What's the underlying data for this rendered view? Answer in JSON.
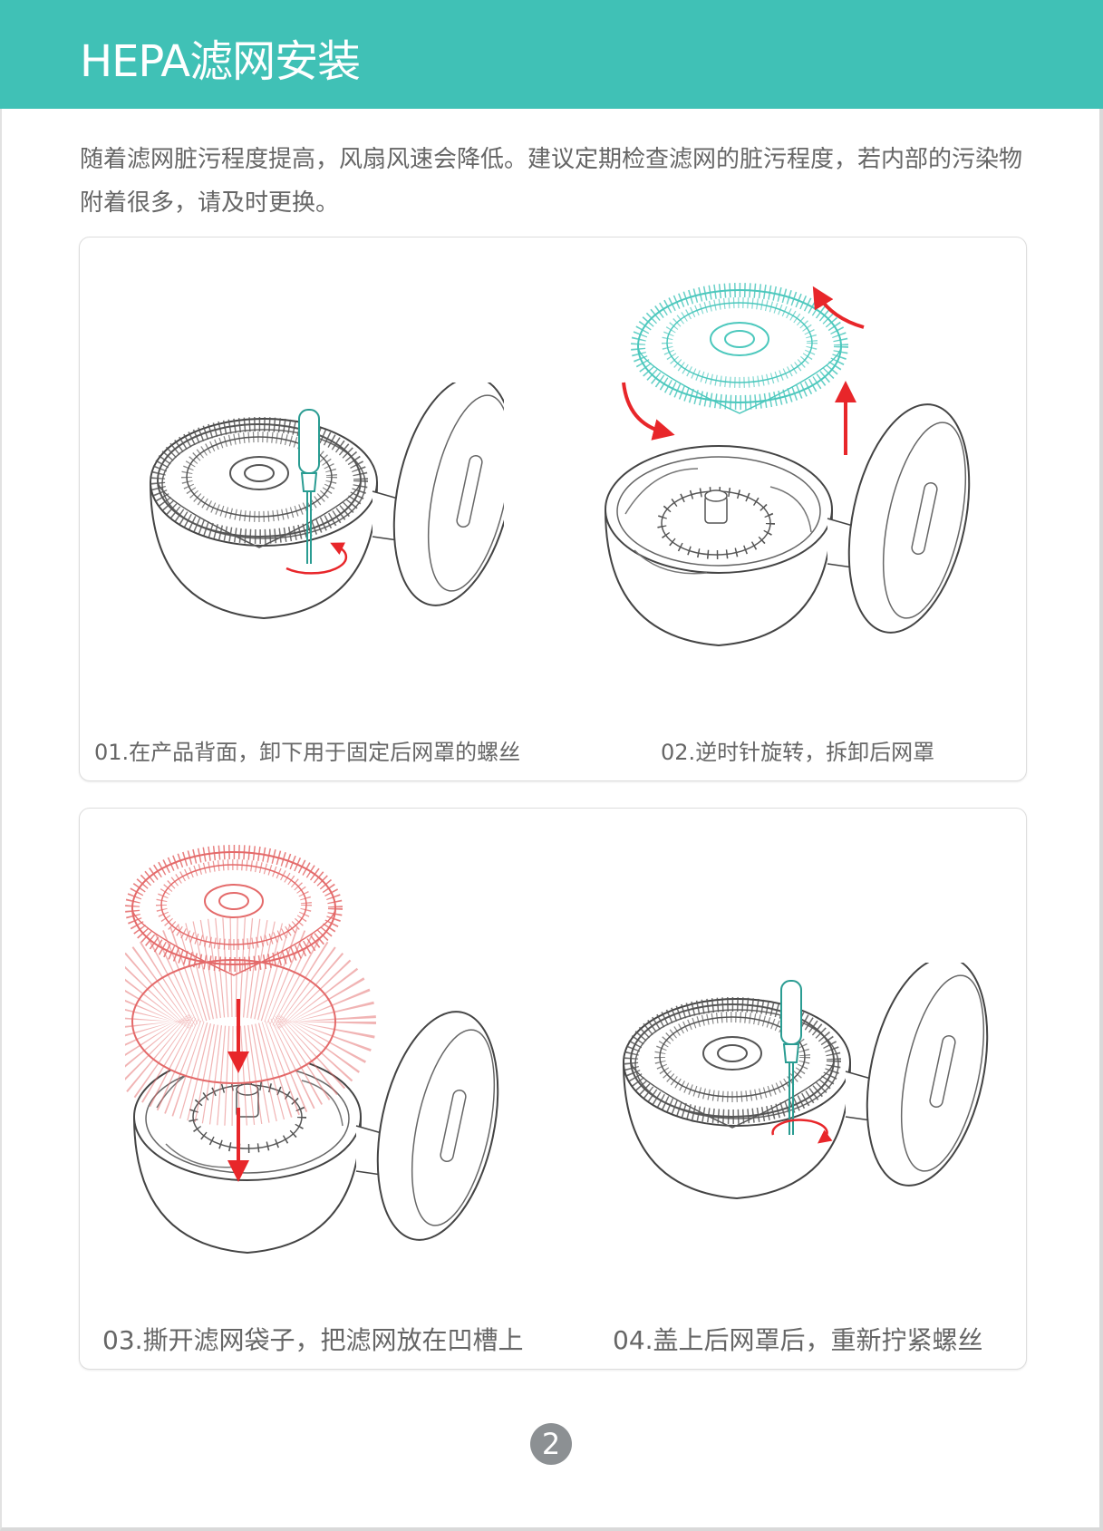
{
  "header": {
    "title": "HEPA滤网安装"
  },
  "intro": "随着滤网脏污程度提高，风扇风速会降低。建议定期检查滤网的脏污程度，若内部的污染物附着很多，请及时更换。",
  "steps": [
    {
      "caption": "01.在产品背面，卸下用于固定后网罩的螺丝"
    },
    {
      "caption": "02.逆时针旋转，拆卸后网罩"
    },
    {
      "caption": "03.撕开滤网袋子，把滤网放在凹槽上"
    },
    {
      "caption": "04.盖上后网罩后，重新拧紧螺丝"
    }
  ],
  "page_number": "2",
  "colors": {
    "accent": "#40c1b6",
    "arrow": "#e8262a",
    "cover_highlight": "#4cc8bd",
    "filter_highlight": "#e46a6a"
  }
}
